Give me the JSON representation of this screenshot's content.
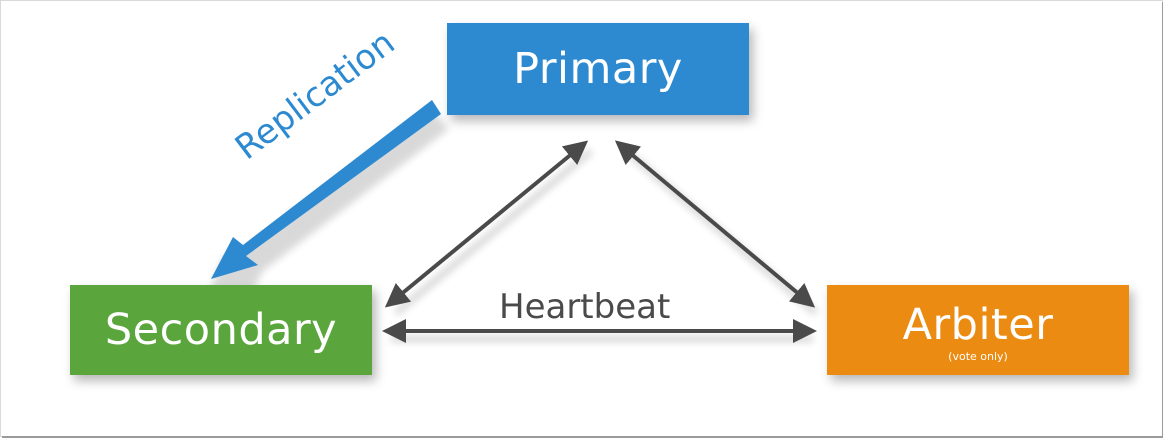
{
  "nodes": {
    "primary": {
      "label": "Primary"
    },
    "secondary": {
      "label": "Secondary"
    },
    "arbiter": {
      "label": "Arbiter",
      "sublabel": "(vote only)"
    }
  },
  "edges": {
    "replication": {
      "label": "Replication",
      "from": "Primary",
      "to": "Secondary"
    },
    "heartbeat": {
      "label": "Heartbeat",
      "between": [
        "Primary",
        "Secondary",
        "Arbiter"
      ]
    }
  },
  "colors": {
    "primary": "#2d8ad1",
    "secondary": "#5aa63c",
    "arbiter": "#eb8b12",
    "heartbeat_arrow": "#4a4a4a",
    "replication_arrow": "#2d8ad1"
  }
}
